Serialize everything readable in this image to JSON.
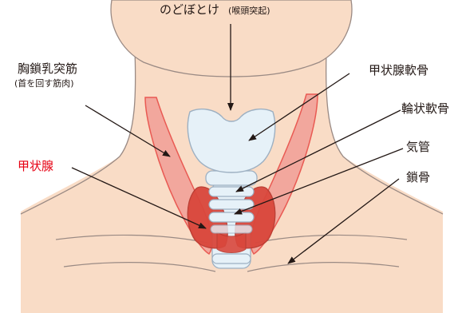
{
  "labels": {
    "adams_apple": "のどぼとけ",
    "adams_apple_note": "(喉頭突起)",
    "scm": "胸鎖乳突筋",
    "scm_note": "(首を回す筋肉)",
    "thyroid_gland": "甲状腺",
    "thyroid_cartilage": "甲状腺軟骨",
    "cricoid_cartilage": "輪状軟骨",
    "trachea": "気管",
    "clavicle": "鎖骨"
  },
  "colors": {
    "skin": "#f9dcc6",
    "skin_outline": "#9a8a84",
    "muscle_fill": "#f2a39a",
    "muscle_outline": "#e8504a",
    "thyroid_fill": "#d9473c",
    "thyroid_outline": "#b83a30",
    "cartilage_fill": "#e6f1f8",
    "cartilage_outline": "#9db0c2",
    "arrow": "#231815",
    "highlight_text": "#e60012"
  }
}
